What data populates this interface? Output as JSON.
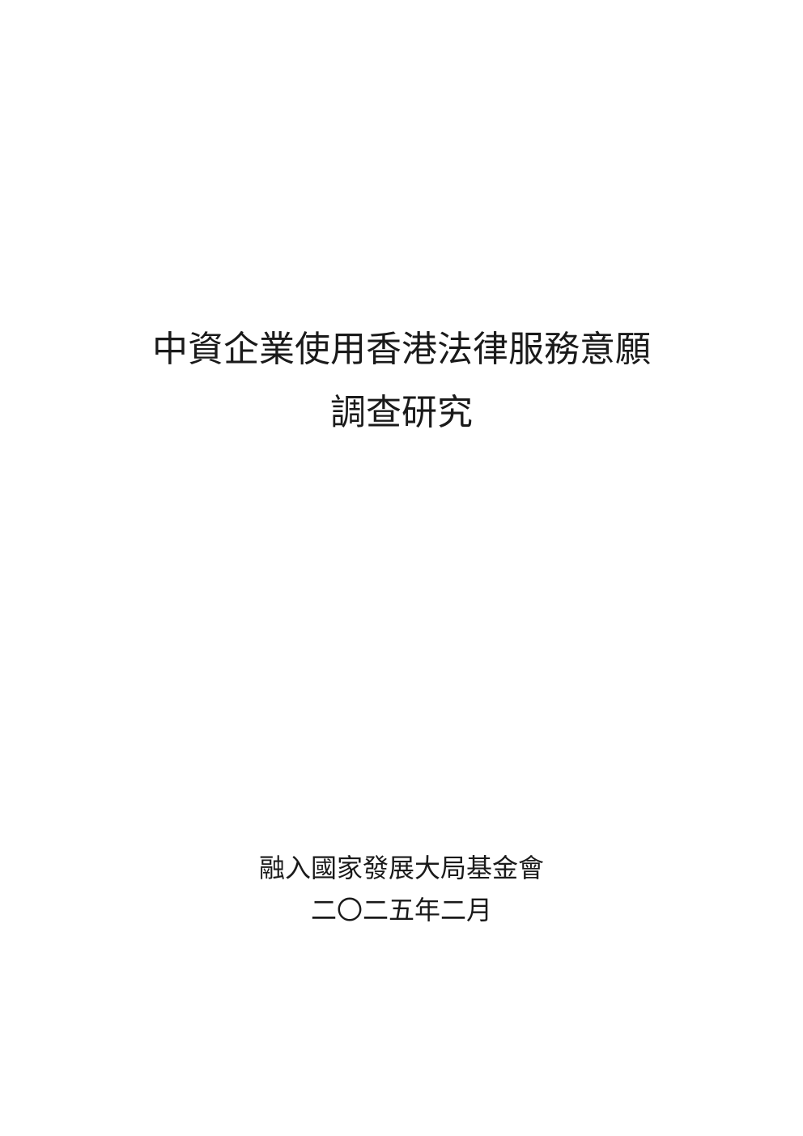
{
  "document": {
    "title_line_1": "中資企業使用香港法律服務意願",
    "title_line_2": "調查研究",
    "organization": "融入國家發展大局基金會",
    "date": "二〇二五年二月"
  }
}
